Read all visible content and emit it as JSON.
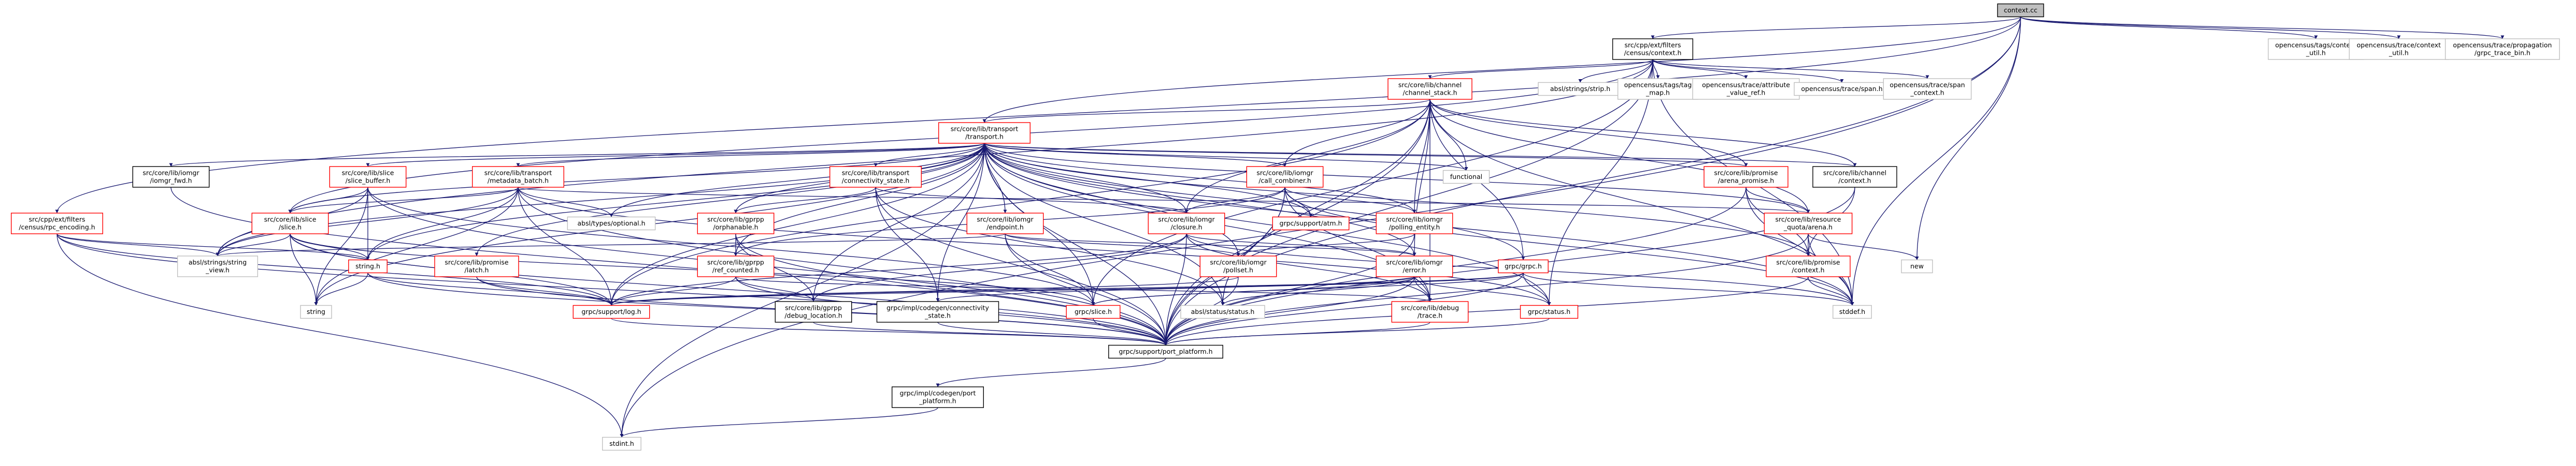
{
  "colors": {
    "edge": "#191970",
    "root_fill": "#bfbfbf",
    "border_black": "#000000",
    "border_red": "#ff0000",
    "border_gray": "#bfbfbf",
    "text": "#000000"
  },
  "nodes": [
    {
      "id": "context_cc",
      "lines": [
        "context.cc"
      ],
      "style": "root"
    },
    {
      "id": "cpp_filters_census_context_h",
      "lines": [
        "src/cpp/ext/filters",
        "/census/context.h"
      ],
      "style": "black"
    },
    {
      "id": "opencensus_tags_context_util_h",
      "lines": [
        "opencensus/tags/context",
        "_util.h"
      ],
      "style": "gray"
    },
    {
      "id": "opencensus_trace_context_util_h",
      "lines": [
        "opencensus/trace/context",
        "_util.h"
      ],
      "style": "gray"
    },
    {
      "id": "opencensus_trace_propagation_h",
      "lines": [
        "opencensus/trace/propagation",
        "/grpc_trace_bin.h"
      ],
      "style": "gray"
    },
    {
      "id": "absl_strings_strip_h",
      "lines": [
        "absl/strings/strip.h"
      ],
      "style": "gray"
    },
    {
      "id": "opencensus_tags_tag_map_h",
      "lines": [
        "opencensus/tags/tag",
        "_map.h"
      ],
      "style": "gray"
    },
    {
      "id": "opencensus_trace_attribute_value_ref_h",
      "lines": [
        "opencensus/trace/attribute",
        "_value_ref.h"
      ],
      "style": "gray"
    },
    {
      "id": "opencensus_trace_span_h",
      "lines": [
        "opencensus/trace/span.h"
      ],
      "style": "gray"
    },
    {
      "id": "opencensus_trace_span_context_h",
      "lines": [
        "opencensus/trace/span",
        "_context.h"
      ],
      "style": "gray"
    },
    {
      "id": "channel_stack_h",
      "lines": [
        "src/core/lib/channel",
        "/channel_stack.h"
      ],
      "style": "red"
    },
    {
      "id": "transport_h",
      "lines": [
        "src/core/lib/transport",
        "/transport.h"
      ],
      "style": "red"
    },
    {
      "id": "functional",
      "lines": [
        "functional"
      ],
      "style": "gray"
    },
    {
      "id": "call_combiner_h",
      "lines": [
        "src/core/lib/iomgr",
        "/call_combiner.h"
      ],
      "style": "red"
    },
    {
      "id": "arena_promise_h",
      "lines": [
        "src/core/lib/promise",
        "/arena_promise.h"
      ],
      "style": "red"
    },
    {
      "id": "channel_context_h",
      "lines": [
        "src/core/lib/channel",
        "/context.h"
      ],
      "style": "black"
    },
    {
      "id": "census_rpc_encoding_h",
      "lines": [
        "src/cpp/ext/filters",
        "/census/rpc_encoding.h"
      ],
      "style": "red"
    },
    {
      "id": "iomgr_fwd_h",
      "lines": [
        "src/core/lib/iomgr",
        "/iomgr_fwd.h"
      ],
      "style": "black"
    },
    {
      "id": "slice_buffer_h",
      "lines": [
        "src/core/lib/slice",
        "/slice_buffer.h"
      ],
      "style": "red"
    },
    {
      "id": "transport_metadata_batch_h",
      "lines": [
        "src/core/lib/transport",
        "/metadata_batch.h"
      ],
      "style": "red"
    },
    {
      "id": "connectivity_state_h",
      "lines": [
        "src/core/lib/transport",
        "/connectivity_state.h"
      ],
      "style": "red"
    },
    {
      "id": "resource_quota_arena_h",
      "lines": [
        "src/core/lib/resource",
        "_quota/arena.h"
      ],
      "style": "red"
    },
    {
      "id": "core_slice_h",
      "lines": [
        "src/core/lib/slice",
        "/slice.h"
      ],
      "style": "red"
    },
    {
      "id": "absl_string_view_h",
      "lines": [
        "absl/strings/string",
        "_view.h"
      ],
      "style": "gray"
    },
    {
      "id": "absl_optional_h",
      "lines": [
        "absl/types/optional.h"
      ],
      "style": "gray"
    },
    {
      "id": "orphanable_h",
      "lines": [
        "src/core/lib/gprpp",
        "/orphanable.h"
      ],
      "style": "red"
    },
    {
      "id": "ref_counted_h",
      "lines": [
        "src/core/lib/gprpp",
        "/ref_counted.h"
      ],
      "style": "red"
    },
    {
      "id": "debug_location_h",
      "lines": [
        "src/core/lib/gprpp",
        "/debug_location.h"
      ],
      "style": "black"
    },
    {
      "id": "endpoint_h",
      "lines": [
        "src/core/lib/iomgr",
        "/endpoint.h"
      ],
      "style": "red"
    },
    {
      "id": "closure_h",
      "lines": [
        "src/core/lib/iomgr",
        "/closure.h"
      ],
      "style": "red"
    },
    {
      "id": "grpc_support_atm_h",
      "lines": [
        "grpc/support/atm.h"
      ],
      "style": "red"
    },
    {
      "id": "polling_entity_h",
      "lines": [
        "src/core/lib/iomgr",
        "/polling_entity.h"
      ],
      "style": "red"
    },
    {
      "id": "pollset_h",
      "lines": [
        "src/core/lib/iomgr",
        "/pollset.h"
      ],
      "style": "red"
    },
    {
      "id": "new",
      "lines": [
        "new"
      ],
      "style": "gray"
    },
    {
      "id": "promise_latch_h",
      "lines": [
        "src/core/lib/promise",
        "/latch.h"
      ],
      "style": "red"
    },
    {
      "id": "string_h",
      "lines": [
        "string.h"
      ],
      "style": "red"
    },
    {
      "id": "string",
      "lines": [
        "string"
      ],
      "style": "gray"
    },
    {
      "id": "support_log_h",
      "lines": [
        "grpc/support/log.h"
      ],
      "style": "red"
    },
    {
      "id": "impl_connectivity_state_h",
      "lines": [
        "grpc/impl/codegen/connectivity",
        "_state.h"
      ],
      "style": "black"
    },
    {
      "id": "iomgr_error_h",
      "lines": [
        "src/core/lib/iomgr",
        "/error.h"
      ],
      "style": "red"
    },
    {
      "id": "grpc_grpc_h",
      "lines": [
        "grpc/grpc.h"
      ],
      "style": "red"
    },
    {
      "id": "promise_context_h",
      "lines": [
        "src/core/lib/promise",
        "/context.h"
      ],
      "style": "red"
    },
    {
      "id": "absl_status_h",
      "lines": [
        "absl/status/status.h"
      ],
      "style": "gray"
    },
    {
      "id": "debug_trace_h",
      "lines": [
        "src/core/lib/debug",
        "/trace.h"
      ],
      "style": "red"
    },
    {
      "id": "grpc_slice_h",
      "lines": [
        "grpc/slice.h"
      ],
      "style": "red"
    },
    {
      "id": "grpc_status_h",
      "lines": [
        "grpc/status.h"
      ],
      "style": "red"
    },
    {
      "id": "stddef_h",
      "lines": [
        "stddef.h"
      ],
      "style": "gray"
    },
    {
      "id": "port_platform_h",
      "lines": [
        "grpc/support/port_platform.h"
      ],
      "style": "black"
    },
    {
      "id": "impl_port_platform_h",
      "lines": [
        "grpc/impl/codegen/port",
        "_platform.h"
      ],
      "style": "black"
    },
    {
      "id": "stdint_h",
      "lines": [
        "stdint.h"
      ],
      "style": "gray"
    }
  ],
  "edges": [
    [
      "context_cc",
      "cpp_filters_census_context_h"
    ],
    [
      "context_cc",
      "opencensus_tags_context_util_h"
    ],
    [
      "context_cc",
      "opencensus_trace_context_util_h"
    ],
    [
      "context_cc",
      "opencensus_trace_propagation_h"
    ],
    [
      "context_cc",
      "census_rpc_encoding_h"
    ],
    [
      "context_cc",
      "transport_h"
    ],
    [
      "context_cc",
      "port_platform_h"
    ],
    [
      "context_cc",
      "new"
    ],
    [
      "context_cc",
      "stddef_h"
    ],
    [
      "context_cc",
      "stdint_h"
    ],
    [
      "cpp_filters_census_context_h",
      "absl_strings_strip_h"
    ],
    [
      "cpp_filters_census_context_h",
      "opencensus_tags_tag_map_h"
    ],
    [
      "cpp_filters_census_context_h",
      "opencensus_trace_attribute_value_ref_h"
    ],
    [
      "cpp_filters_census_context_h",
      "opencensus_trace_span_h"
    ],
    [
      "cpp_filters_census_context_h",
      "opencensus_trace_span_context_h"
    ],
    [
      "cpp_filters_census_context_h",
      "channel_stack_h"
    ],
    [
      "cpp_filters_census_context_h",
      "core_slice_h"
    ],
    [
      "cpp_filters_census_context_h",
      "grpc_slice_h"
    ],
    [
      "cpp_filters_census_context_h",
      "port_platform_h"
    ],
    [
      "cpp_filters_census_context_h",
      "grpc_status_h"
    ],
    [
      "cpp_filters_census_context_h",
      "stddef_h"
    ],
    [
      "cpp_filters_census_context_h",
      "absl_string_view_h"
    ],
    [
      "channel_stack_h",
      "transport_h"
    ],
    [
      "channel_stack_h",
      "functional"
    ],
    [
      "channel_stack_h",
      "call_combiner_h"
    ],
    [
      "channel_stack_h",
      "arena_promise_h"
    ],
    [
      "channel_stack_h",
      "channel_context_h"
    ],
    [
      "channel_stack_h",
      "resource_quota_arena_h"
    ],
    [
      "channel_stack_h",
      "polling_entity_h"
    ],
    [
      "channel_stack_h",
      "closure_h"
    ],
    [
      "channel_stack_h",
      "iomgr_error_h"
    ],
    [
      "channel_stack_h",
      "debug_trace_h"
    ],
    [
      "channel_stack_h",
      "grpc_grpc_h"
    ],
    [
      "channel_stack_h",
      "port_platform_h"
    ],
    [
      "channel_stack_h",
      "stddef_h"
    ],
    [
      "channel_stack_h",
      "absl_status_h"
    ],
    [
      "channel_stack_h",
      "support_log_h"
    ],
    [
      "transport_h",
      "iomgr_fwd_h"
    ],
    [
      "transport_h",
      "slice_buffer_h"
    ],
    [
      "transport_h",
      "transport_metadata_batch_h"
    ],
    [
      "transport_h",
      "connectivity_state_h"
    ],
    [
      "transport_h",
      "call_combiner_h"
    ],
    [
      "transport_h",
      "arena_promise_h"
    ],
    [
      "transport_h",
      "channel_context_h"
    ],
    [
      "transport_h",
      "functional"
    ],
    [
      "transport_h",
      "core_slice_h"
    ],
    [
      "transport_h",
      "absl_string_view_h"
    ],
    [
      "transport_h",
      "absl_optional_h"
    ],
    [
      "transport_h",
      "orphanable_h"
    ],
    [
      "transport_h",
      "ref_counted_h"
    ],
    [
      "transport_h",
      "endpoint_h"
    ],
    [
      "transport_h",
      "closure_h"
    ],
    [
      "transport_h",
      "grpc_support_atm_h"
    ],
    [
      "transport_h",
      "polling_entity_h"
    ],
    [
      "transport_h",
      "pollset_h"
    ],
    [
      "transport_h",
      "resource_quota_arena_h"
    ],
    [
      "transport_h",
      "promise_latch_h"
    ],
    [
      "transport_h",
      "string_h"
    ],
    [
      "transport_h",
      "string"
    ],
    [
      "transport_h",
      "support_log_h"
    ],
    [
      "transport_h",
      "impl_connectivity_state_h"
    ],
    [
      "transport_h",
      "iomgr_error_h"
    ],
    [
      "transport_h",
      "promise_context_h"
    ],
    [
      "transport_h",
      "absl_status_h"
    ],
    [
      "transport_h",
      "debug_trace_h"
    ],
    [
      "transport_h",
      "grpc_slice_h"
    ],
    [
      "transport_h",
      "grpc_status_h"
    ],
    [
      "transport_h",
      "stddef_h"
    ],
    [
      "transport_h",
      "port_platform_h"
    ],
    [
      "transport_h",
      "stdint_h"
    ],
    [
      "transport_h",
      "grpc_grpc_h"
    ],
    [
      "transport_h",
      "debug_location_h"
    ],
    [
      "call_combiner_h",
      "closure_h"
    ],
    [
      "call_combiner_h",
      "grpc_support_atm_h"
    ],
    [
      "call_combiner_h",
      "debug_trace_h"
    ],
    [
      "call_combiner_h",
      "ref_counted_h"
    ],
    [
      "call_combiner_h",
      "port_platform_h"
    ],
    [
      "call_combiner_h",
      "stddef_h"
    ],
    [
      "call_combiner_h",
      "polling_entity_h"
    ],
    [
      "call_combiner_h",
      "absl_status_h"
    ],
    [
      "arena_promise_h",
      "resource_quota_arena_h"
    ],
    [
      "arena_promise_h",
      "promise_context_h"
    ],
    [
      "arena_promise_h",
      "port_platform_h"
    ],
    [
      "arena_promise_h",
      "stddef_h"
    ],
    [
      "channel_context_h",
      "port_platform_h"
    ],
    [
      "channel_context_h",
      "promise_context_h"
    ],
    [
      "census_rpc_encoding_h",
      "absl_string_view_h"
    ],
    [
      "census_rpc_encoding_h",
      "port_platform_h"
    ],
    [
      "census_rpc_encoding_h",
      "stdint_h"
    ],
    [
      "census_rpc_encoding_h",
      "string_h"
    ],
    [
      "census_rpc_encoding_h",
      "support_log_h"
    ],
    [
      "iomgr_fwd_h",
      "port_platform_h"
    ],
    [
      "slice_buffer_h",
      "core_slice_h"
    ],
    [
      "slice_buffer_h",
      "string_h"
    ],
    [
      "slice_buffer_h",
      "string"
    ],
    [
      "slice_buffer_h",
      "port_platform_h"
    ],
    [
      "slice_buffer_h",
      "grpc_slice_h"
    ],
    [
      "slice_buffer_h",
      "absl_string_view_h"
    ],
    [
      "transport_metadata_batch_h",
      "absl_optional_h"
    ],
    [
      "transport_metadata_batch_h",
      "core_slice_h"
    ],
    [
      "transport_metadata_batch_h",
      "support_log_h"
    ],
    [
      "transport_metadata_batch_h",
      "port_platform_h"
    ],
    [
      "transport_metadata_batch_h",
      "absl_string_view_h"
    ],
    [
      "transport_metadata_batch_h",
      "string"
    ],
    [
      "transport_metadata_batch_h",
      "resource_quota_arena_h"
    ],
    [
      "transport_metadata_batch_h",
      "grpc_status_h"
    ],
    [
      "transport_metadata_batch_h",
      "string_h"
    ],
    [
      "connectivity_state_h",
      "orphanable_h"
    ],
    [
      "connectivity_state_h",
      "impl_connectivity_state_h"
    ],
    [
      "connectivity_state_h",
      "port_platform_h"
    ],
    [
      "connectivity_state_h",
      "absl_status_h"
    ],
    [
      "connectivity_state_h",
      "closure_h"
    ],
    [
      "resource_quota_arena_h",
      "new"
    ],
    [
      "resource_quota_arena_h",
      "stddef_h"
    ],
    [
      "resource_quota_arena_h",
      "port_platform_h"
    ],
    [
      "resource_quota_arena_h",
      "promise_context_h"
    ],
    [
      "core_slice_h",
      "absl_string_view_h"
    ],
    [
      "core_slice_h",
      "string_h"
    ],
    [
      "core_slice_h",
      "string"
    ],
    [
      "core_slice_h",
      "grpc_slice_h"
    ],
    [
      "core_slice_h",
      "port_platform_h"
    ],
    [
      "core_slice_h",
      "support_log_h"
    ],
    [
      "orphanable_h",
      "ref_counted_h"
    ],
    [
      "orphanable_h",
      "debug_location_h"
    ],
    [
      "orphanable_h",
      "port_platform_h"
    ],
    [
      "ref_counted_h",
      "debug_location_h"
    ],
    [
      "ref_counted_h",
      "support_log_h"
    ],
    [
      "ref_counted_h",
      "port_platform_h"
    ],
    [
      "ref_counted_h",
      "debug_trace_h"
    ],
    [
      "debug_location_h",
      "port_platform_h"
    ],
    [
      "endpoint_h",
      "absl_string_view_h"
    ],
    [
      "endpoint_h",
      "grpc_slice_h"
    ],
    [
      "endpoint_h",
      "pollset_h"
    ],
    [
      "endpoint_h",
      "port_platform_h"
    ],
    [
      "endpoint_h",
      "iomgr_error_h"
    ],
    [
      "closure_h",
      "support_log_h"
    ],
    [
      "closure_h",
      "debug_location_h"
    ],
    [
      "closure_h",
      "iomgr_error_h"
    ],
    [
      "closure_h",
      "port_platform_h"
    ],
    [
      "closure_h",
      "stddef_h"
    ],
    [
      "closure_h",
      "debug_trace_h"
    ],
    [
      "polling_entity_h",
      "pollset_h"
    ],
    [
      "polling_entity_h",
      "port_platform_h"
    ],
    [
      "pollset_h",
      "support_log_h"
    ],
    [
      "pollset_h",
      "port_platform_h"
    ],
    [
      "promise_latch_h",
      "support_log_h"
    ],
    [
      "promise_latch_h",
      "port_platform_h"
    ],
    [
      "string_h",
      "string"
    ],
    [
      "string_h",
      "port_platform_h"
    ],
    [
      "string_h",
      "support_log_h"
    ],
    [
      "support_log_h",
      "port_platform_h"
    ],
    [
      "impl_connectivity_state_h",
      "port_platform_h"
    ],
    [
      "iomgr_error_h",
      "absl_status_h"
    ],
    [
      "iomgr_error_h",
      "debug_trace_h"
    ],
    [
      "iomgr_error_h",
      "grpc_slice_h"
    ],
    [
      "iomgr_error_h",
      "grpc_status_h"
    ],
    [
      "iomgr_error_h",
      "support_log_h"
    ],
    [
      "iomgr_error_h",
      "port_platform_h"
    ],
    [
      "grpc_grpc_h",
      "grpc_status_h"
    ],
    [
      "grpc_grpc_h",
      "grpc_slice_h"
    ],
    [
      "grpc_grpc_h",
      "stddef_h"
    ],
    [
      "grpc_grpc_h",
      "port_platform_h"
    ],
    [
      "grpc_grpc_h",
      "impl_connectivity_state_h"
    ],
    [
      "grpc_grpc_h",
      "support_log_h"
    ],
    [
      "promise_context_h",
      "port_platform_h"
    ],
    [
      "promise_context_h",
      "stddef_h"
    ],
    [
      "debug_trace_h",
      "port_platform_h"
    ],
    [
      "grpc_slice_h",
      "port_platform_h"
    ],
    [
      "grpc_status_h",
      "port_platform_h"
    ],
    [
      "port_platform_h",
      "impl_port_platform_h"
    ],
    [
      "impl_port_platform_h",
      "stdint_h"
    ]
  ]
}
